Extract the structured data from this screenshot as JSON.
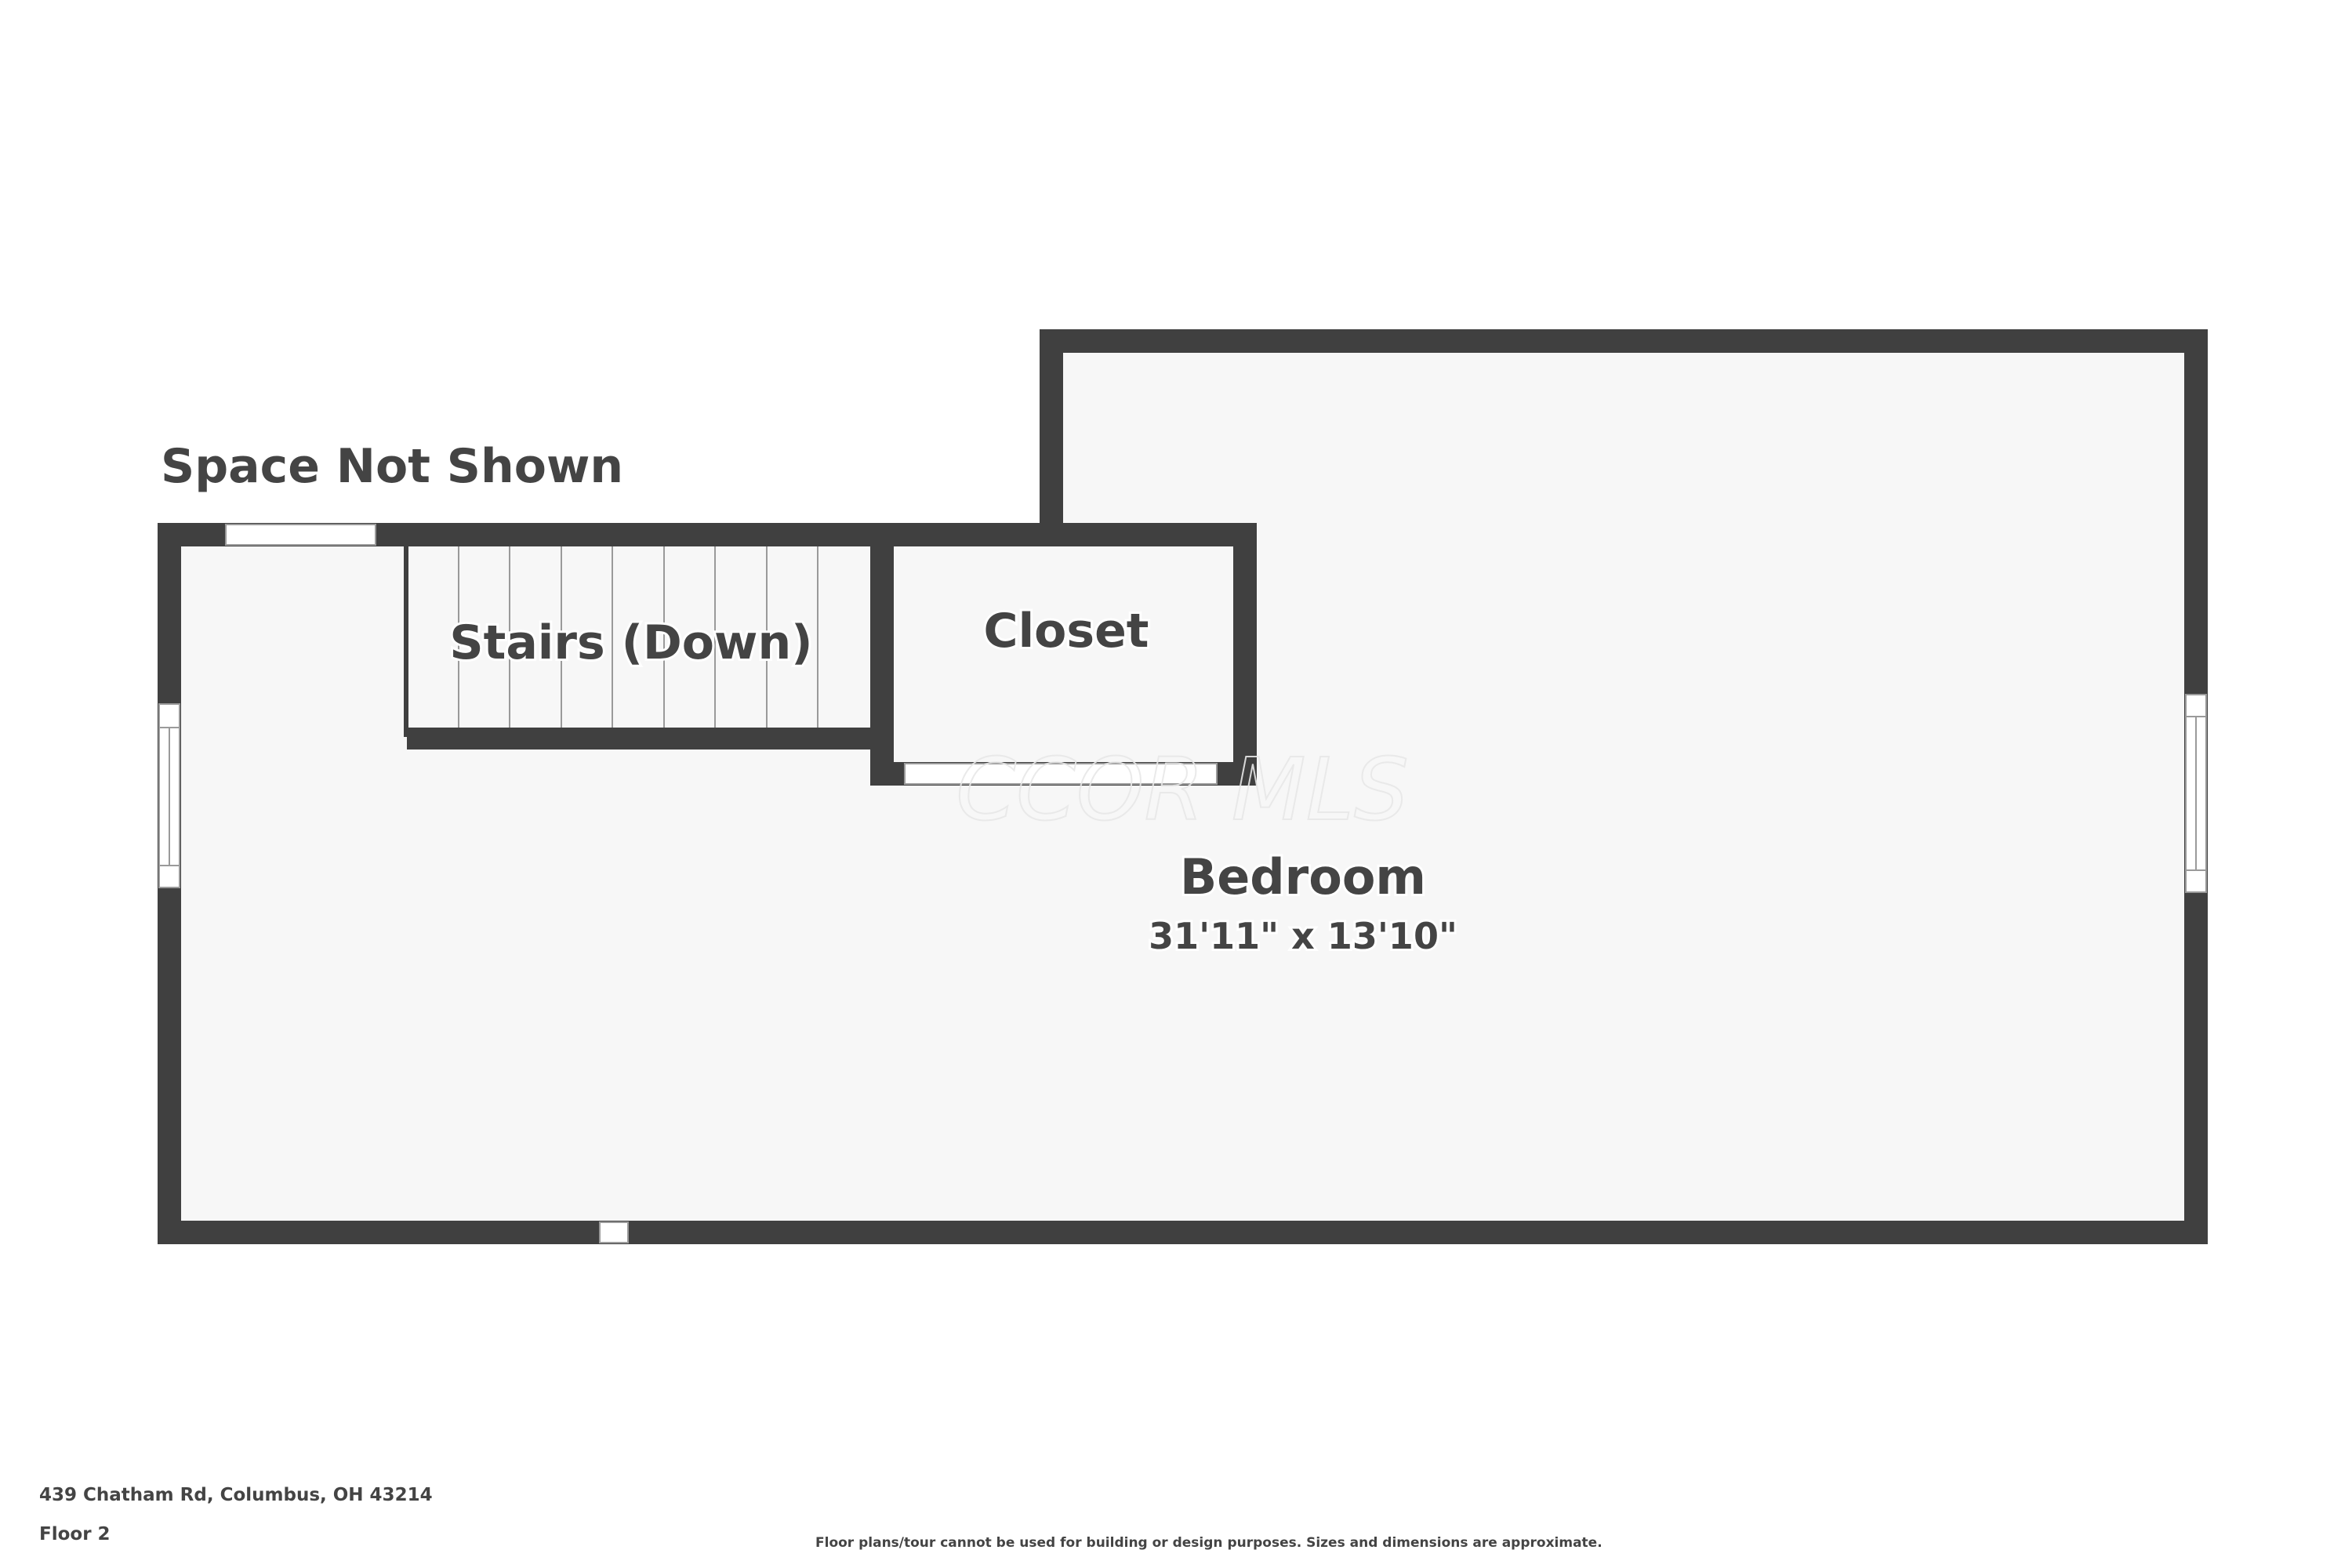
{
  "plan": {
    "space_not_shown": "Space Not Shown",
    "rooms": {
      "stairs": {
        "name": "Stairs (Down)"
      },
      "closet": {
        "name": "Closet"
      },
      "bedroom": {
        "name": "Bedroom",
        "dimensions": "31'11\" x 13'10\""
      }
    },
    "watermark": "CCOR MLS"
  },
  "footer": {
    "address": "439 Chatham Rd, Columbus, OH 43214",
    "floor": "Floor 2",
    "disclaimer": "Floor plans/tour cannot be used for building or design purposes. Sizes and dimensions are approximate."
  },
  "colors": {
    "wall": "#404040",
    "floor": "#f7f7f7",
    "text": "#444444"
  }
}
